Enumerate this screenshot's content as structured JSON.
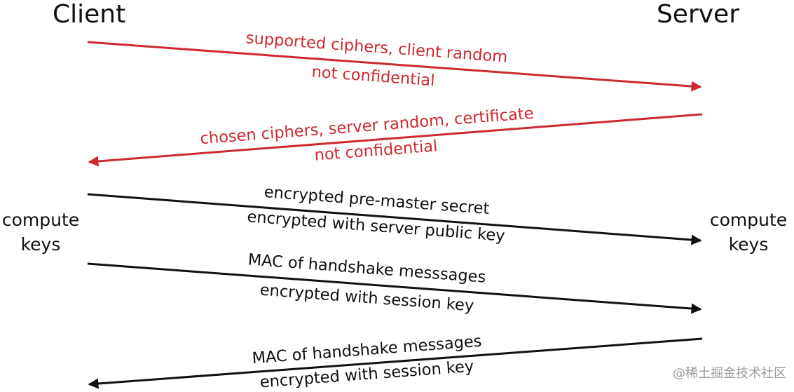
{
  "header": {
    "client": "Client",
    "server": "Server"
  },
  "side_labels": {
    "left": {
      "line1": "compute",
      "line2": "keys"
    },
    "right": {
      "line1": "compute",
      "line2": "keys"
    }
  },
  "colors": {
    "red": "#cc2a30",
    "black": "#111111"
  },
  "messages": [
    {
      "id": "m1",
      "direction": "client-to-server",
      "color": "red",
      "line1": "supported ciphers, client random",
      "line2": "not confidential"
    },
    {
      "id": "m2",
      "direction": "server-to-client",
      "color": "red",
      "line1": "chosen ciphers, server random, certificate",
      "line2": "not confidential"
    },
    {
      "id": "m3",
      "direction": "client-to-server",
      "color": "black",
      "line1": "encrypted pre-master secret",
      "line2": "encrypted with server public key"
    },
    {
      "id": "m4",
      "direction": "client-to-server",
      "color": "black",
      "line1": "MAC of handshake messsages",
      "line2": "encrypted with session key"
    },
    {
      "id": "m5",
      "direction": "server-to-client",
      "color": "black",
      "line1": "MAC of handshake messages",
      "line2": "encrypted with session key"
    }
  ],
  "watermark": "@稀土掘金技术社区"
}
